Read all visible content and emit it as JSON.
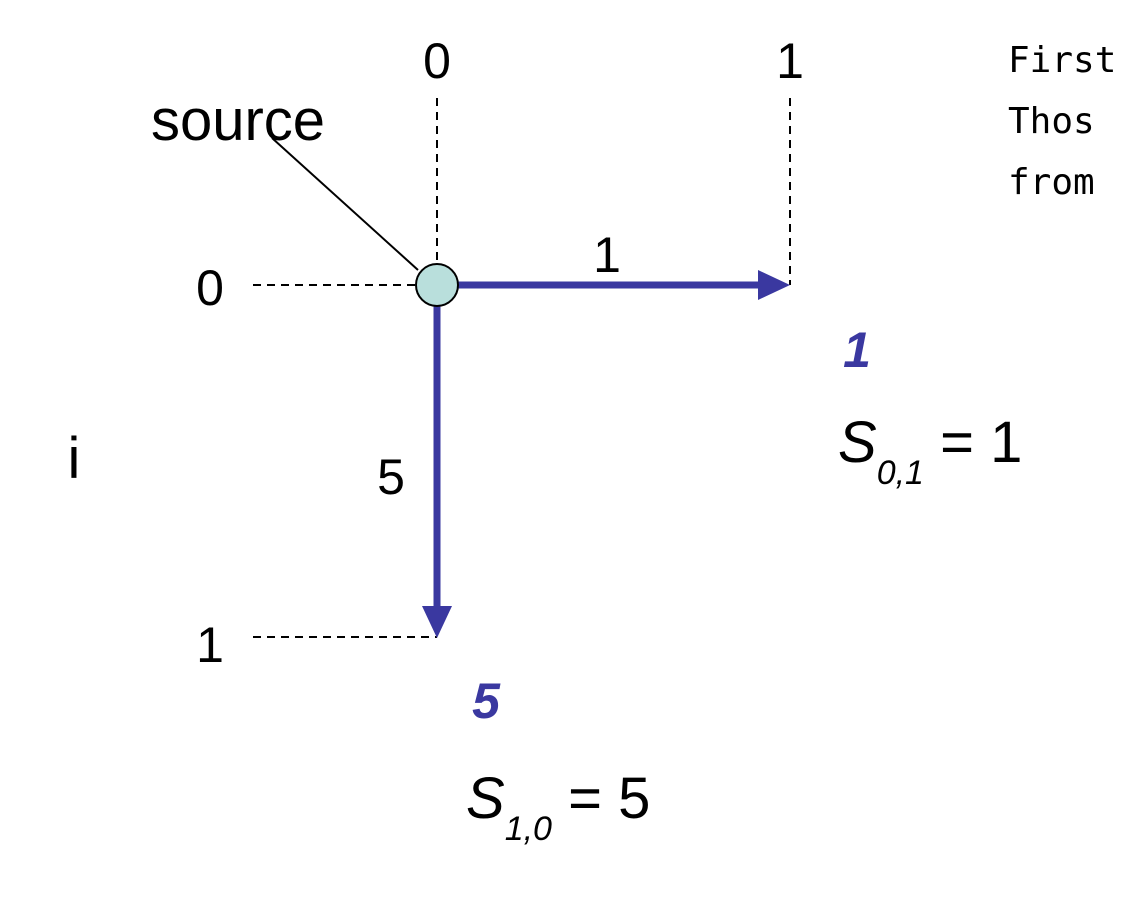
{
  "colors": {
    "edge": "#3a38a0",
    "node_fill": "#b9dfdc",
    "node_stroke": "#000000",
    "guide": "#000000"
  },
  "labels": {
    "source": "source",
    "row_axis": "i",
    "col_0": "0",
    "col_1": "1",
    "row_0": "0",
    "row_1": "1"
  },
  "edges": [
    {
      "from": "(0,0)",
      "to": "(0,1)",
      "weight": "1"
    },
    {
      "from": "(0,0)",
      "to": "(1,0)",
      "weight": "5"
    }
  ],
  "distances": {
    "node_0_1": "1",
    "node_1_0": "5"
  },
  "scores": {
    "s01": {
      "symbol": "S",
      "subscript": "0,1",
      "equals": " = ",
      "value": "1"
    },
    "s10": {
      "symbol": "S",
      "subscript": "1,0",
      "equals": " = ",
      "value": "5"
    }
  },
  "side_note": {
    "lines": [
      "First",
      "Thos",
      "from"
    ]
  }
}
